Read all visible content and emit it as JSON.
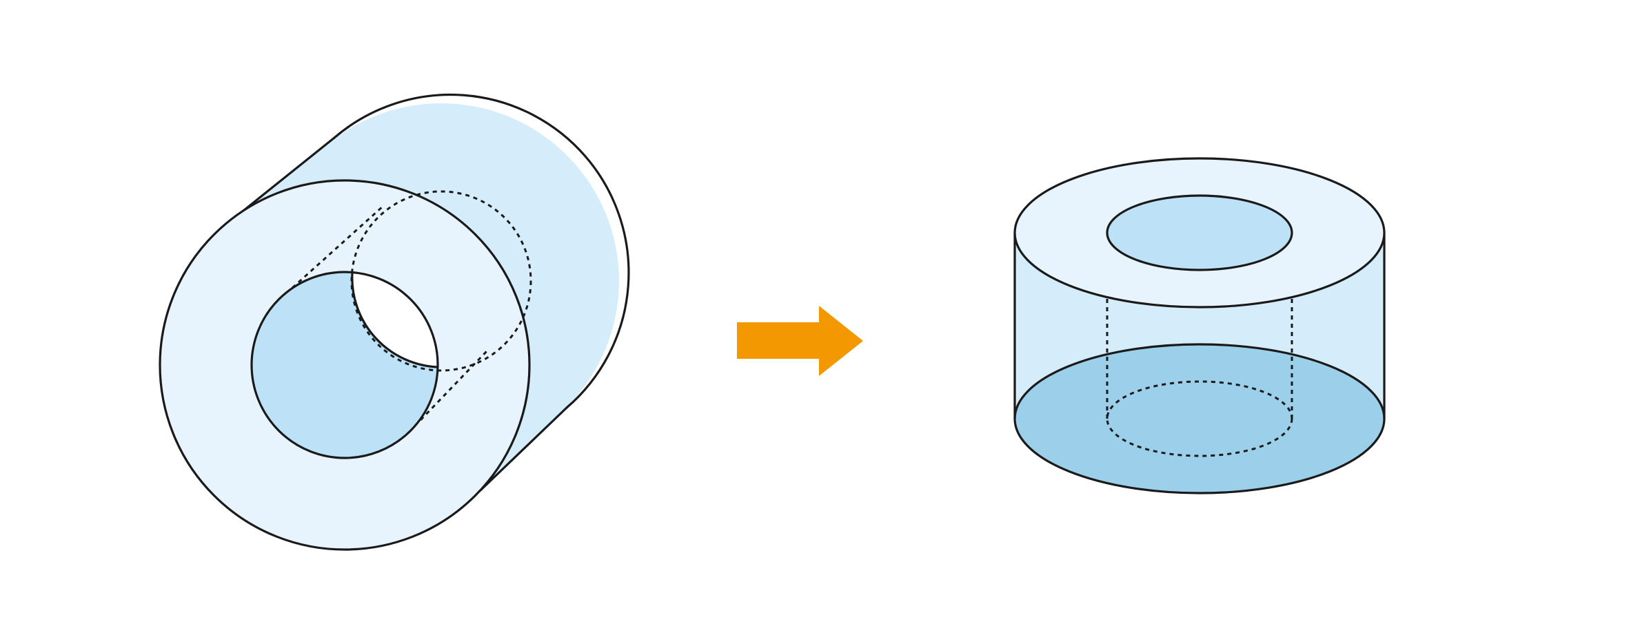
{
  "diagram": {
    "left_figure": {
      "description_name": "hollow-cylinder-lying",
      "colors": {
        "outline": "#1a1a1a",
        "outer_shell": "#d5ecfa",
        "front_face": "#e8f4fd",
        "hole_front": "#bde2f8",
        "hole_inner_gap": "#ffffff"
      }
    },
    "arrow": {
      "color": "#f39800",
      "direction": "right"
    },
    "right_figure": {
      "description_name": "hollow-cylinder-standing",
      "colors": {
        "outline": "#1a1a1a",
        "side_wall": "#d5ecfa",
        "top_face": "#e8f4fd",
        "top_hole": "#bde2f8",
        "bottom_face": "#9ccfea"
      }
    }
  }
}
